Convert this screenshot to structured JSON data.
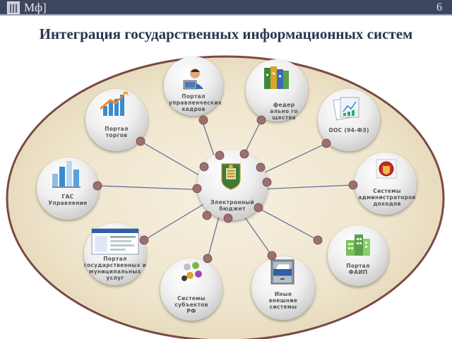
{
  "header": {
    "logo": "Мф]",
    "page_number": "6"
  },
  "title": "Интеграция государственных информационных систем",
  "center": {
    "label": "Электронный бюджет",
    "icon": "emblem-icon"
  },
  "nodes": [
    {
      "id": "portal-upravl",
      "label": "Портал управленческих кадров",
      "icon": "manager-at-laptop-icon"
    },
    {
      "id": "federal-kazn",
      "label": "федер ально го щества",
      "icon": "binders-icon"
    },
    {
      "id": "oos",
      "label": "ООС (94-ФЗ)",
      "icon": "documents-chart-icon"
    },
    {
      "id": "admin-dohodov",
      "label": "Системы администраторов доходов",
      "icon": "emblem-badge-icon"
    },
    {
      "id": "portal-faip",
      "label": "Портал ФАИП",
      "icon": "buildings-icon"
    },
    {
      "id": "inye-sistemy",
      "label": "Иные внешние системы",
      "icon": "filing-cabinet-icon"
    },
    {
      "id": "sistemy-rf",
      "label": "Системы субъектов РФ",
      "icon": "people-group-icon"
    },
    {
      "id": "portal-gos-uslug",
      "label": "Портал государственных и муниципальных услуг",
      "icon": "website-icon"
    },
    {
      "id": "gas-upravlenie",
      "label": "ГАС Управление",
      "icon": "bar-chart-icon"
    },
    {
      "id": "portal-torgov",
      "label": "Портал торгов",
      "icon": "growth-arrow-icon"
    }
  ]
}
